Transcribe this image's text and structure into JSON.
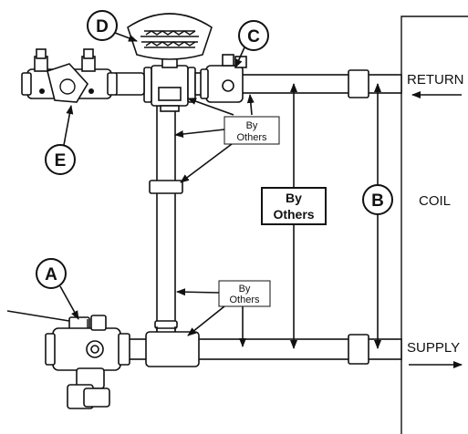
{
  "callouts": {
    "a": "A",
    "b": "B",
    "c": "C",
    "d": "D",
    "e": "E"
  },
  "notes": {
    "by_others_top_line1": "By",
    "by_others_top_line2": "Others",
    "by_others_center_line1": "By",
    "by_others_center_line2": "Others",
    "by_others_bottom_line1": "By",
    "by_others_bottom_line2": "Others"
  },
  "coil": {
    "label": "COIL",
    "return_label": "RETURN",
    "supply_label": "SUPPLY"
  },
  "colors": {
    "line": "#111111",
    "background": "#ffffff"
  }
}
